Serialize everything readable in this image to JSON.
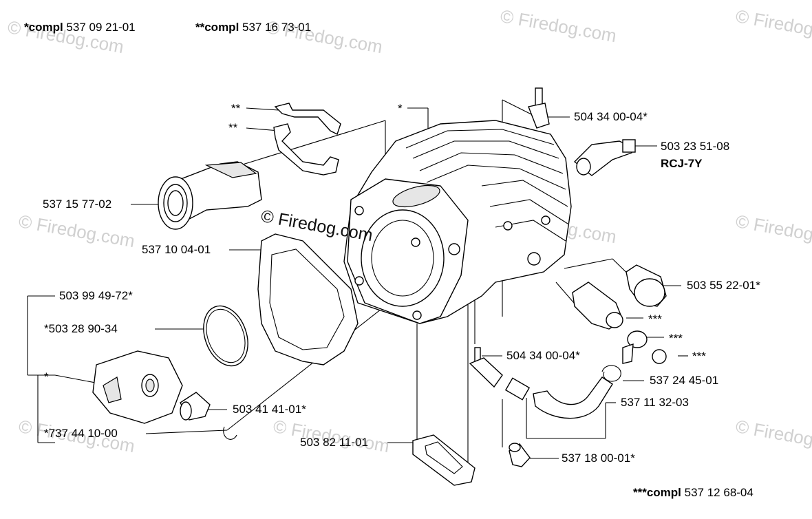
{
  "header": {
    "compl1_prefix": "*compl",
    "compl1_number": " 537 09 21-01",
    "compl2_prefix": "**compl",
    "compl2_number": " 537 16 73-01"
  },
  "footer": {
    "compl3_prefix": "***compl",
    "compl3_number": " 537 12 68-04"
  },
  "watermark": {
    "main": "© Firedog.com",
    "faint": "© Firedog.com"
  },
  "parts": {
    "clamp_a": "**",
    "clamp_b": "**",
    "cylinder": "*",
    "nipple_top": "504 34 00-04*",
    "spark_plug": "503 23 51-08",
    "spark_plug_type": "RCJ-7Y",
    "intake": "537 15 77-02",
    "gasket": "537 10 04-01",
    "piston_kit": "503 99 49-72*",
    "piston_ring": "*503 28 90-34",
    "piston": "*",
    "bearing": "503 41 41-01*",
    "circlip": "*737 44 10-00",
    "decomp_valve": "503 55 22-01*",
    "valve_a": "***",
    "valve_b": "***",
    "valve_c": "***",
    "nipple_mid": "504 34 00-04*",
    "hose_clip": "537 24 45-01",
    "hose": "537 11 32-03",
    "base_gasket": "503 82 11-01",
    "plug": "537 18 00-01*"
  }
}
